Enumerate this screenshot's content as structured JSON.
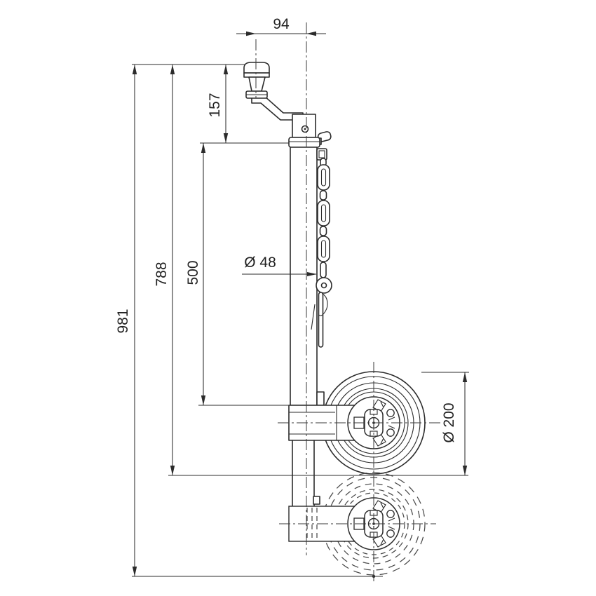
{
  "drawing": {
    "type": "technical-drawing",
    "subject": "jockey-wheel-side-view",
    "background_color": "#ffffff",
    "line_color": "#2b2b2b",
    "dims": {
      "crank_offset": "94",
      "crank_height": "157",
      "outer_tube_length": "500",
      "retracted_height": "788",
      "extended_height": "981",
      "tube_diameter": "Ø 48",
      "wheel_diameter": "Ø 200"
    }
  }
}
